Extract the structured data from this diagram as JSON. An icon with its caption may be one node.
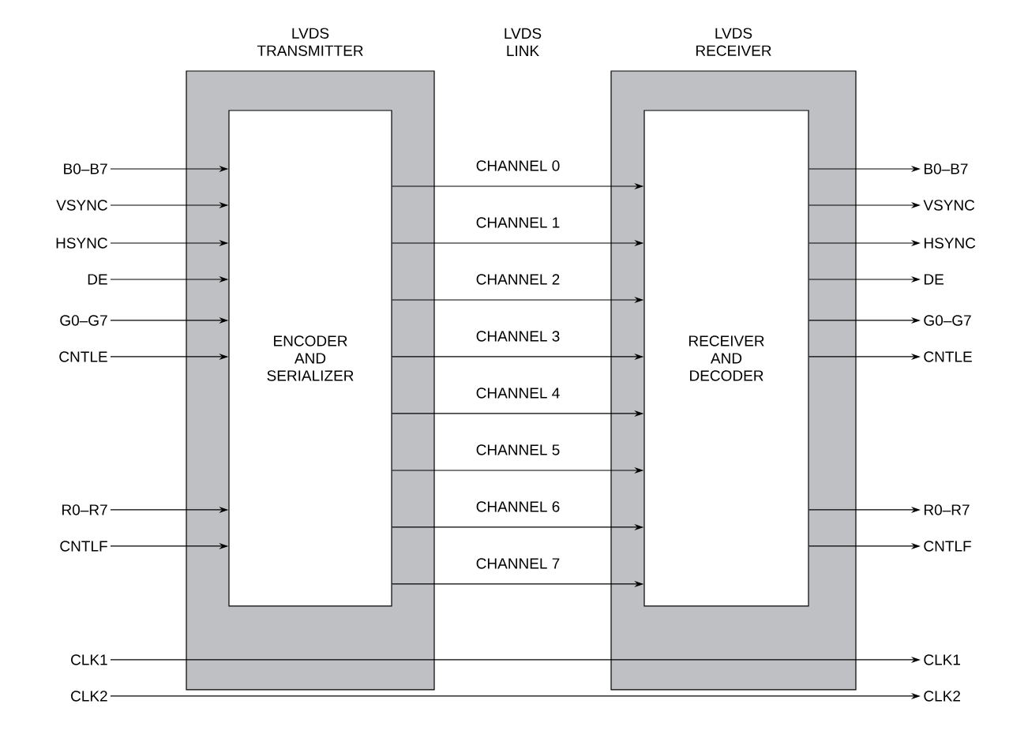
{
  "diagram": {
    "nodes": [
      {
        "text": [
          "LVDS TRANSMITTER"
        ]
      },
      {
        "text": [
          "ENCODER AND SERIALIZER"
        ],
        "in": 0
      },
      {
        "text": [
          "LVDS RECEIVER"
        ]
      },
      {
        "text": [
          "RECEIVER AND DECODER"
        ],
        "in": 2
      },
      {
        "text": [
          "B0–B7"
        ]
      },
      {
        "text": [
          "VSYNC"
        ]
      },
      {
        "text": [
          "HSYNC"
        ]
      },
      {
        "text": [
          "DE"
        ]
      },
      {
        "text": [
          "G0–G7"
        ]
      },
      {
        "text": [
          "CNTLE"
        ]
      },
      {
        "text": [
          "R0–R7"
        ]
      },
      {
        "text": [
          "CNTLF"
        ]
      },
      {
        "text": [
          "CLK1"
        ]
      },
      {
        "text": [
          "CLK2"
        ]
      },
      {
        "text": [
          "B0–B7"
        ]
      },
      {
        "text": [
          "VSYNC"
        ]
      },
      {
        "text": [
          "HSYNC"
        ]
      },
      {
        "text": [
          "DE"
        ]
      },
      {
        "text": [
          "G0–G7"
        ]
      },
      {
        "text": [
          "CNTLE"
        ]
      },
      {
        "text": [
          "R0–R7"
        ]
      },
      {
        "text": [
          "CNTLF"
        ]
      },
      {
        "text": [
          "CLK1"
        ]
      },
      {
        "text": [
          "CLK2"
        ]
      }
    ],
    "edges": [
      {
        "from": 4,
        "to": 1,
        "arrow": "to"
      },
      {
        "from": 5,
        "to": 1,
        "arrow": "to"
      },
      {
        "from": 6,
        "to": 1,
        "arrow": "to"
      },
      {
        "from": 7,
        "to": 1,
        "arrow": "to"
      },
      {
        "from": 8,
        "to": 1,
        "arrow": "to"
      },
      {
        "from": 9,
        "to": 1,
        "arrow": "to"
      },
      {
        "from": 10,
        "to": 1,
        "arrow": "to"
      },
      {
        "from": 11,
        "to": 1,
        "arrow": "to"
      },
      {
        "from": 1,
        "to": 3,
        "arrow": "to",
        "label": "CHANNEL 0"
      },
      {
        "from": 1,
        "to": 3,
        "arrow": "to",
        "label": "CHANNEL 1"
      },
      {
        "from": 1,
        "to": 3,
        "arrow": "to",
        "label": "CHANNEL 2"
      },
      {
        "from": 1,
        "to": 3,
        "arrow": "to",
        "label": "CHANNEL 3"
      },
      {
        "from": 1,
        "to": 3,
        "arrow": "to",
        "label": "CHANNEL 4"
      },
      {
        "from": 1,
        "to": 3,
        "arrow": "to",
        "label": "CHANNEL 5"
      },
      {
        "from": 1,
        "to": 3,
        "arrow": "to",
        "label": "CHANNEL 6"
      },
      {
        "from": 1,
        "to": 3,
        "arrow": "to",
        "label": "CHANNEL 7"
      },
      {
        "from": 3,
        "to": 14,
        "arrow": "to"
      },
      {
        "from": 3,
        "to": 15,
        "arrow": "to"
      },
      {
        "from": 3,
        "to": 16,
        "arrow": "to"
      },
      {
        "from": 3,
        "to": 17,
        "arrow": "to"
      },
      {
        "from": 3,
        "to": 18,
        "arrow": "to"
      },
      {
        "from": 3,
        "to": 19,
        "arrow": "to"
      },
      {
        "from": 3,
        "to": 20,
        "arrow": "to"
      },
      {
        "from": 3,
        "to": 21,
        "arrow": "to"
      },
      {
        "from": 12,
        "to": 22,
        "arrow": "to"
      },
      {
        "from": 13,
        "to": 23,
        "arrow": "to"
      }
    ],
    "labels": [
      "LVDS LINK"
    ]
  }
}
